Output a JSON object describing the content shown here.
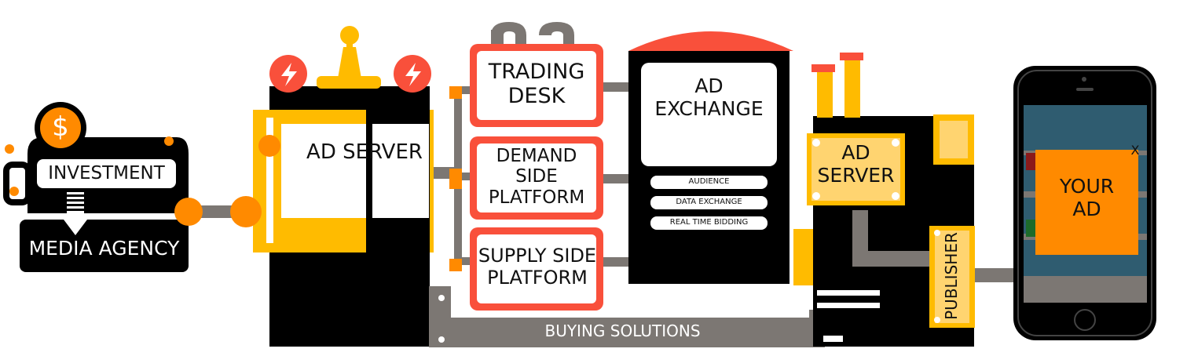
{
  "colors": {
    "black": "#000000",
    "orange": "#ff8a00",
    "yellow": "#ffbb00",
    "red": "#f9503b",
    "gray": "#7c7773",
    "slate": "#2f5c70",
    "light_orange": "#ffd470"
  },
  "agency": {
    "dollar_symbol": "$",
    "investment_label": "INVESTMENT",
    "media_agency_label": "MEDIA AGENCY"
  },
  "ad_server_left": {
    "label": "AD SERVER"
  },
  "buying_stack": {
    "trading_desk": [
      "TRADING",
      "DESK"
    ],
    "demand_side_platform": [
      "DEMAND",
      "SIDE",
      "PLATFORM"
    ],
    "supply_side_platform": [
      "SUPPLY SIDE",
      "PLATFORM"
    ]
  },
  "ad_exchange": {
    "title": [
      "AD",
      "EXCHANGE"
    ],
    "features": [
      "AUDIENCE",
      "DATA EXCHANGE",
      "REAL TIME BIDDING"
    ]
  },
  "ad_server_right": {
    "label": [
      "AD",
      "SERVER"
    ]
  },
  "publisher": {
    "label": "PUBLISHER"
  },
  "buying_solutions": {
    "label": "BUYING SOLUTIONS"
  },
  "phone": {
    "ad_label": [
      "YOUR",
      "AD"
    ],
    "close_label": "X"
  },
  "icons": [
    "lightning-icon",
    "antenna-icon",
    "dollar-coin-icon",
    "down-arrow-icon",
    "smartphone-icon"
  ]
}
